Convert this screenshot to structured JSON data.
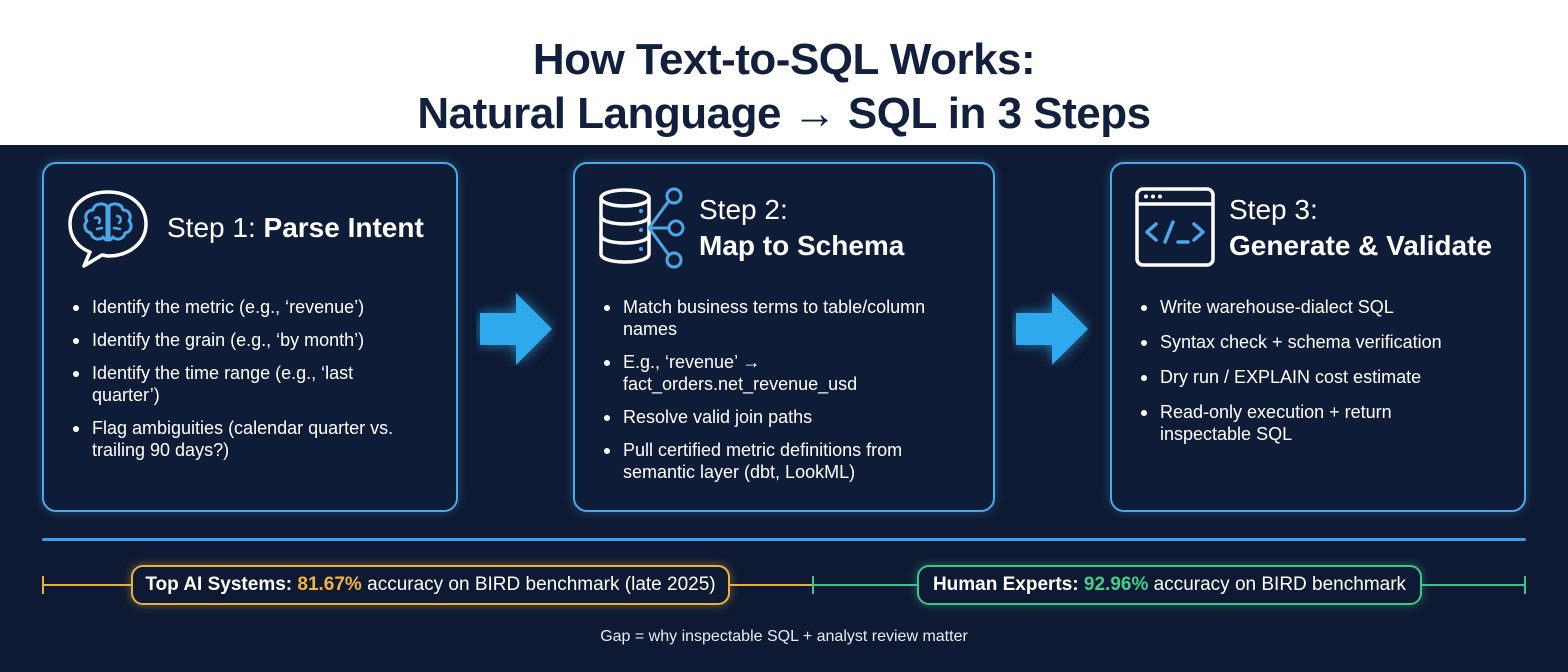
{
  "title": {
    "line1": "How Text-to-SQL Works:",
    "line2": "Natural Language → SQL in 3 Steps"
  },
  "steps": [
    {
      "prefix": "Step 1: ",
      "name": "Parse Intent",
      "icon": "brain-speech-bubble-icon",
      "bullets": [
        "Identify the metric (e.g., ‘revenue’)",
        "Identify the grain (e.g., ‘by month’)",
        "Identify the time range (e.g., ‘last quarter’)",
        "Flag ambiguities (calendar quarter vs. trailing 90 days?)"
      ]
    },
    {
      "prefix": "Step 2:",
      "name": "Map to Schema",
      "icon": "database-network-icon",
      "bullets": [
        "Match business terms to table/column names",
        "E.g., ‘revenue’ → fact_orders.net_revenue_usd",
        "Resolve valid join paths",
        "Pull certified metric definitions from semantic layer (dbt, LookML)"
      ]
    },
    {
      "prefix": "Step 3:",
      "name": "Generate & Validate",
      "icon": "code-window-icon",
      "bullets": [
        "Write warehouse-dialect SQL",
        "Syntax check + schema verification",
        "Dry run / EXPLAIN cost estimate",
        "Read-only execution + return inspectable SQL"
      ]
    }
  ],
  "comparison": {
    "ai": {
      "label": "Top AI Systems:",
      "value": "81.67%",
      "text": "accuracy on BIRD benchmark (late 2025)",
      "color": "#f2b33d"
    },
    "human": {
      "label": "Human Experts:",
      "value": "92.96%",
      "text": "accuracy on BIRD benchmark",
      "color": "#3fd08c"
    },
    "footnote": "Gap = why inspectable SQL + analyst review matter"
  },
  "colors": {
    "background_dark": "#0e1a33",
    "accent_blue": "#4aa8e8",
    "title_text": "#12203d"
  }
}
